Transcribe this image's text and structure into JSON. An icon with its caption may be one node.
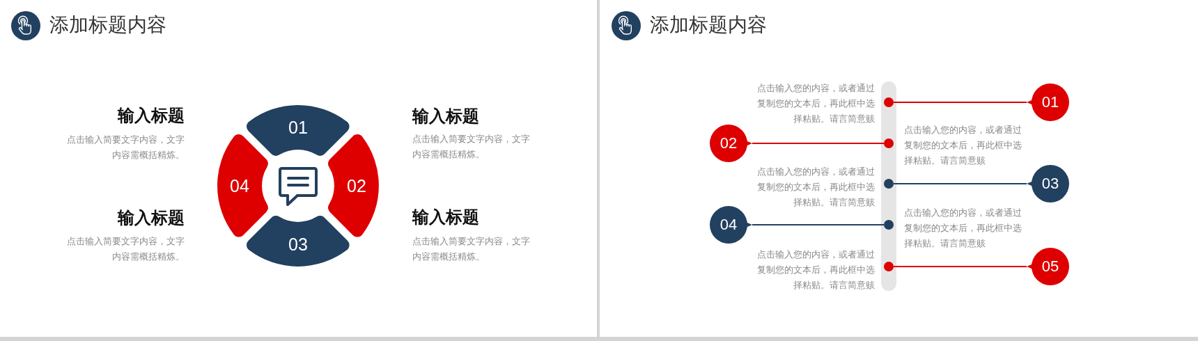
{
  "diagram": {
    "nodes": [
      {
        "text": [
          "01"
        ]
      },
      {
        "text": [
          "02"
        ]
      },
      {
        "text": [
          "03"
        ]
      },
      {
        "text": [
          "04"
        ]
      },
      {
        "text": [
          "01"
        ]
      },
      {
        "text": [
          "02"
        ]
      },
      {
        "text": [
          "03"
        ]
      },
      {
        "text": [
          "04"
        ]
      },
      {
        "text": [
          "05"
        ]
      },
      {
        "text": [],
        "shape": "circle"
      },
      {
        "text": [],
        "shape": "circle"
      },
      {
        "text": [],
        "shape": "circle"
      },
      {
        "text": [],
        "shape": "circle"
      },
      {
        "text": [],
        "shape": "circle"
      }
    ],
    "edges": [
      {
        "from": 9,
        "to": 4,
        "arrow": "none"
      },
      {
        "from": 10,
        "to": 5,
        "arrow": "none"
      },
      {
        "from": 11,
        "to": 6,
        "arrow": "none",
        "color": "#22405f"
      },
      {
        "from": 12,
        "to": 7,
        "arrow": "none",
        "color": "#22405f"
      },
      {
        "from": 13,
        "to": 8,
        "arrow": "none"
      }
    ],
    "labels": [
      "添加标题内容",
      "输入标题",
      "点击输入简要文字内容，文字内容需概括精炼。",
      "输入标题",
      "点击输入简要文字内容，文字内容需概括精炼。",
      "输入标题",
      "点击输入简要文字内容，文字内容需概括精炼。",
      "输入标题",
      "点击输入简要文字内容，文字内容需概括精炼。",
      "添加标题内容",
      "点击输入您的内容，或者通过复制您的文本后，再此框中选择粘贴。请言简意赅",
      "点击输入您的内容，或者通过复制您的文本后，再此框中选择粘贴。请言简意赅",
      "点击输入您的内容，或者通过复制您的文本后，再此框中选择粘贴。请言简意赅",
      "点击输入您的内容，或者通过复制您的文本后，再此框中选择粘贴。请言简意赅",
      "点击输入您的内容，或者通过复制您的文本后，再此框中选择粘贴。请言简意赅"
    ]
  }
}
